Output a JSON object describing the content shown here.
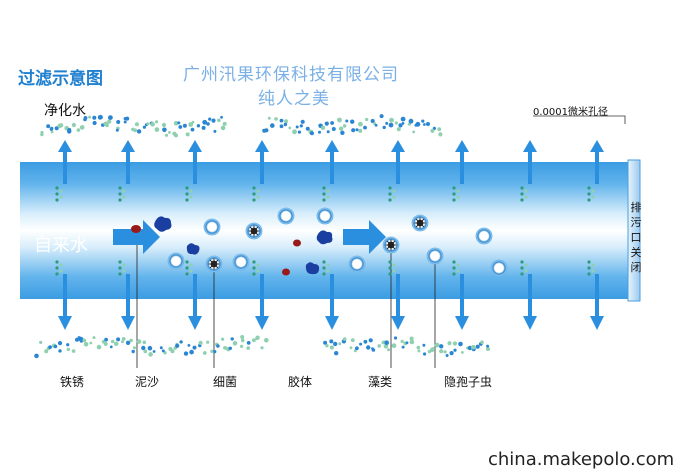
{
  "header": {
    "diagram_title": "过滤示意图",
    "company_name": "广州汛果环保科技有限公司",
    "slogan": "纯人之美"
  },
  "labels": {
    "clean_water": "净化水",
    "pore_size": "0.0001微米孔径",
    "tap_water": "自来水",
    "drain_valve": "排污口关闭"
  },
  "contaminants": [
    {
      "id": "rust",
      "label": "铁锈"
    },
    {
      "id": "sediment",
      "label": "泥沙"
    },
    {
      "id": "bacteria",
      "label": "细菌"
    },
    {
      "id": "colloid",
      "label": "胶体"
    },
    {
      "id": "algae",
      "label": "藻类"
    },
    {
      "id": "cryptosporidium",
      "label": "隐孢子虫"
    }
  ],
  "footer": {
    "watermark": "china.makepolo.com"
  },
  "colors": {
    "tube_edge": "#2a8fdc",
    "tube_core": "#ffffff",
    "arrow": "#2b8fe0",
    "title": "#1f7fd0",
    "company": "#7ab0e6",
    "molecule_blue": "#2a86d2",
    "molecule_green": "#8fd0b0",
    "sediment": "#9a1a1a",
    "colloid": "#1a3fa0"
  },
  "icons": {
    "flow_arrow": "right-arrow-icon",
    "filter_arrow": "double-arrow-icon"
  }
}
